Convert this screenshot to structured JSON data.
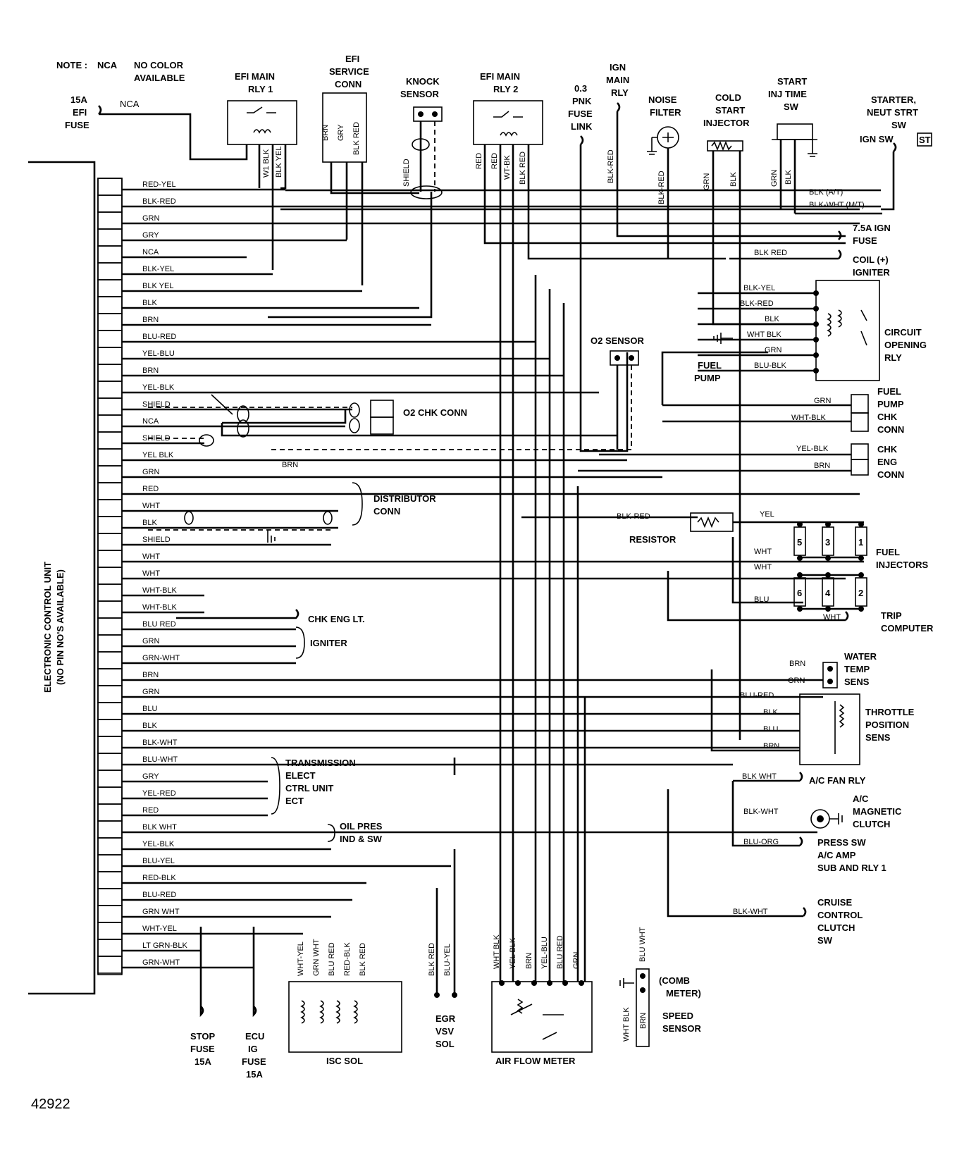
{
  "note": {
    "prefix": "NOTE :",
    "nca": "NCA",
    "text1": "NO COLOR",
    "text2": "AVAILABLE"
  },
  "ecu": {
    "line1": "ELECTRONIC CONTROL UNIT",
    "line2": "(NO PIN NO'S AVAILABLE)"
  },
  "pins": [
    "RED-YEL",
    "BLK-RED",
    "GRN",
    "GRY",
    "NCA",
    "BLK-YEL",
    "BLK YEL",
    "BLK",
    "BRN",
    "BLU-RED",
    "YEL-BLU",
    "BRN",
    "YEL-BLK",
    "SHIELD",
    "NCA",
    "SHIELD",
    "YEL BLK",
    "GRN",
    "RED",
    "WHT",
    "BLK",
    "SHIELD",
    "WHT",
    "WHT",
    "WHT-BLK",
    "WHT-BLK",
    "BLU RED",
    "GRN",
    "GRN-WHT",
    "BRN",
    "GRN",
    "BLU",
    "BLK",
    "BLK-WHT",
    "BLU-WHT",
    "GRY",
    "YEL-RED",
    "RED",
    "BLK WHT",
    "YEL-BLK",
    "BLU-YEL",
    "RED-BLK",
    "BLU-RED",
    "GRN WHT",
    "WHT-YEL",
    "LT GRN-BLK",
    "GRN-WHT"
  ],
  "components": {
    "fuse15": [
      "15A",
      "EFI",
      "FUSE"
    ],
    "fuse15_wire": "NCA",
    "efi_main_rly1": [
      "EFI MAIN",
      "RLY 1"
    ],
    "efi_service": [
      "EFI",
      "SERVICE",
      "CONN"
    ],
    "knock": [
      "KNOCK",
      "SENSOR"
    ],
    "efi_main_rly2": [
      "EFI MAIN",
      "RLY 2"
    ],
    "fuse_link": [
      "0.3",
      "PNK",
      "FUSE",
      "LINK"
    ],
    "ign_main": [
      "IGN",
      "MAIN",
      "RLY"
    ],
    "noise": [
      "NOISE",
      "FILTER"
    ],
    "cold_start": [
      "COLD",
      "START",
      "INJECTOR"
    ],
    "start_inj": [
      "START",
      "INJ TIME",
      "SW"
    ],
    "starter": [
      "STARTER,",
      "NEUT STRT",
      "SW",
      "IGN SW"
    ],
    "starter_st": "ST",
    "ign_fuse": [
      "7.5A IGN",
      "FUSE"
    ],
    "coil": [
      "COIL (+)",
      "IGNITER"
    ],
    "circuit_opening": [
      "CIRCUIT",
      "OPENING",
      "RLY"
    ],
    "fuel_pump": [
      "FUEL",
      "PUMP"
    ],
    "o2_sensor": "O2 SENSOR",
    "o2_chk": "O2 CHK CONN",
    "fuel_pump_chk": [
      "FUEL",
      "PUMP",
      "CHK",
      "CONN"
    ],
    "chk_eng_conn": [
      "CHK",
      "ENG",
      "CONN"
    ],
    "distributor": [
      "DISTRIBUTOR",
      "CONN"
    ],
    "resistor": "RESISTOR",
    "fuel_injectors": [
      "FUEL",
      "INJECTORS"
    ],
    "injector_nums_top": [
      "5",
      "3",
      "1"
    ],
    "injector_nums_bot": [
      "6",
      "4",
      "2"
    ],
    "trip": [
      "TRIP",
      "COMPUTER"
    ],
    "chk_eng_lt": "CHK ENG LT.",
    "igniter": "IGNITER",
    "water_temp": [
      "WATER",
      "TEMP",
      "SENS"
    ],
    "throttle": [
      "THROTTLE",
      "POSITION",
      "SENS"
    ],
    "transmission": [
      "TRANSMISSION",
      "ELECT",
      "CTRL UNIT",
      "ECT"
    ],
    "ac_fan": "A/C FAN RLY",
    "ac_clutch": [
      "A/C",
      "MAGNETIC",
      "CLUTCH"
    ],
    "press_sw": [
      "PRESS SW",
      "A/C AMP",
      "SUB AND RLY 1"
    ],
    "oil_pres": [
      "OIL PRES",
      "IND & SW"
    ],
    "cruise": [
      "CRUISE",
      "CONTROL",
      "CLUTCH",
      "SW"
    ],
    "comb_meter": [
      "(COMB",
      "METER)"
    ],
    "speed_sensor": [
      "SPEED",
      "SENSOR"
    ],
    "stop_fuse": [
      "STOP",
      "FUSE",
      "15A"
    ],
    "ecu_ig_fuse": [
      "ECU",
      "IG",
      "FUSE",
      "15A"
    ],
    "isc_sol": "ISC SOL",
    "egr": [
      "EGR",
      "VSV",
      "SOL"
    ],
    "afm": "AIR FLOW METER"
  },
  "wire_labels": {
    "rly1": [
      "W1 BLK",
      "BLK YEL"
    ],
    "service": [
      "BRN",
      "GRY",
      "BLK RED"
    ],
    "shield": "SHIELD",
    "rly2": [
      "RED",
      "RED",
      "WT-BK",
      "BLK RED"
    ],
    "ign_main": "BLK-RED",
    "noise": "BLK-RED",
    "cold": [
      "GRN",
      "BLK"
    ],
    "start_inj": [
      "GRN",
      "BLK"
    ],
    "blk_at": "BLK (A/T)",
    "blk_wht_mt": "BLK-WHT (M/T)",
    "coil": "BLK RED",
    "cor": [
      "BLK-YEL",
      "BLK-RED",
      "BLK",
      "WHT BLK",
      "GRN",
      "BLU-BLK"
    ],
    "fpchk": [
      "GRN",
      "WHT-BLK"
    ],
    "chkeng": [
      "YEL-BLK",
      "BRN"
    ],
    "brn_mid": "BRN",
    "resistor_in": "BLK-RED",
    "inj": [
      "YEL",
      "WHT",
      "WHT",
      "BLU",
      "WHT"
    ],
    "water": [
      "BRN",
      "GRN"
    ],
    "tps": [
      "BLU-RED",
      "BLK",
      "BLU",
      "BRN"
    ],
    "ac": [
      "BLK WHT",
      "BLK-WHT",
      "BLU-ORG"
    ],
    "cruise": "BLK-WHT",
    "isc": [
      "WHT-YEL",
      "GRN WHT",
      "BLU RED",
      "RED-BLK",
      "BLK RED"
    ],
    "egr": [
      "BLK RED",
      "BLU-YEL"
    ],
    "afm": [
      "WHT BLK",
      "YEL BLK",
      "BRN",
      "YEL-BLU",
      "BLU RED",
      "GRN"
    ],
    "speed": [
      "BLU WHT",
      "WHT BLK",
      "BRN"
    ]
  },
  "figure_number": "42922"
}
